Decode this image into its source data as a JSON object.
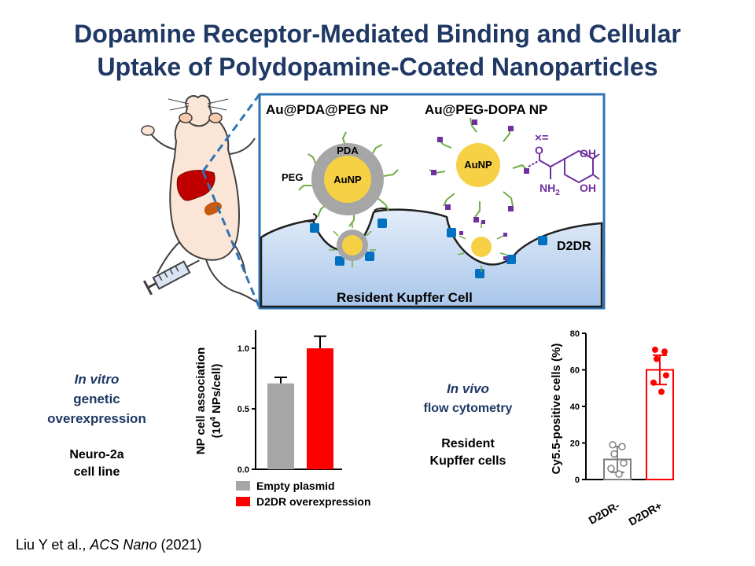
{
  "title": {
    "line1": "Dopamine Receptor-Mediated Binding and Cellular",
    "line2": "Uptake of Polydopamine-Coated Nanoparticles"
  },
  "diagram": {
    "np1_title": "Au@PDA@PEG NP",
    "np2_title": "Au@PEG-DOPA NP",
    "pda_label": "PDA",
    "peg_label": "PEG",
    "aunp_label": "AuNP",
    "x_equals": "×=",
    "oh_label": "OH",
    "nh2_label": "NH",
    "nh2_sub": "2",
    "o_label": "O",
    "receptor_label": "D2DR",
    "cell_label": "Resident Kupffer Cell",
    "colors": {
      "border": "#2e74b5",
      "gold": "#f6d146",
      "pda": "#a6a6a6",
      "peg": "#70ad47",
      "dopa": "#7030a0",
      "receptor": "#0070c0",
      "liver": "#c00000"
    }
  },
  "left": {
    "line1": "In vitro",
    "line2": "genetic",
    "line3": "overexpression",
    "cell_line1": "Neuro-2a",
    "cell_line2": "cell line"
  },
  "right": {
    "line1": "In vivo",
    "line2": "flow cytometry",
    "cells1": "Resident",
    "cells2": "Kupffer cells"
  },
  "citation": {
    "authors": "Liu Y et al., ",
    "journal": "ACS Nano",
    "year": " (2021)"
  },
  "chart_data": [
    {
      "type": "bar",
      "ylabel_line1": "NP cell association",
      "ylabel_line2_pre": "(10",
      "ylabel_sup": "4",
      "ylabel_line2_post": " NPs/cell)",
      "ylim": [
        0,
        1.15
      ],
      "yticks": [
        "0.0",
        "0.5",
        "1.0"
      ],
      "ytick_values": [
        0,
        0.5,
        1.0
      ],
      "series": [
        {
          "name": "Empty plasmid",
          "value": 0.71,
          "error": 0.05,
          "color": "#a6a6a6"
        },
        {
          "name": "D2DR overexpression",
          "value": 1.0,
          "error": 0.1,
          "color": "#ff0000"
        }
      ],
      "legend_placement": "bottom"
    },
    {
      "type": "bar",
      "ylabel": "Cy5.5-positive cells (%)",
      "ylim": [
        0,
        80
      ],
      "yticks": [
        "0",
        "20",
        "40",
        "60",
        "80"
      ],
      "ytick_values": [
        0,
        20,
        40,
        60,
        80
      ],
      "categories": [
        "D2DR-",
        "D2DR+"
      ],
      "values": [
        11,
        60
      ],
      "errors": [
        7,
        8
      ],
      "colors": [
        "#7f7f7f",
        "#ff0000"
      ],
      "points": [
        [
          19,
          18,
          14,
          9,
          6,
          3
        ],
        [
          71,
          70,
          66,
          57,
          53,
          48
        ]
      ]
    }
  ]
}
